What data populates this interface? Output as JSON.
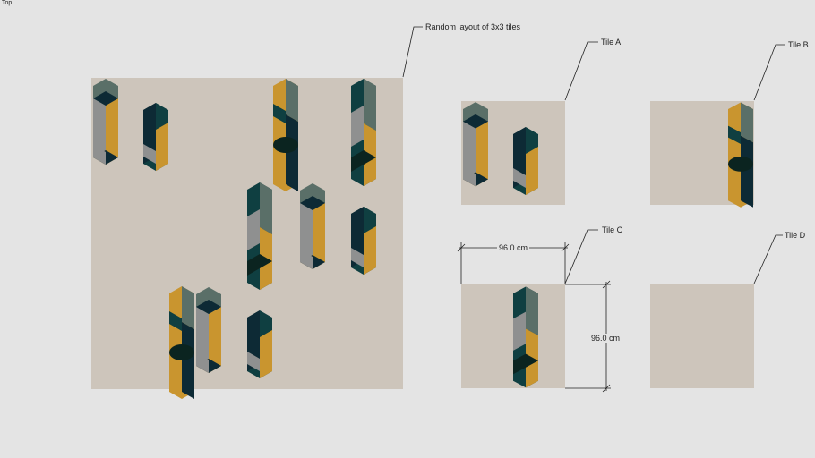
{
  "view": {
    "label": "Top"
  },
  "annotations": {
    "layout": "Random layout of 3x3 tiles",
    "tile_a": "Tile A",
    "tile_b": "Tile B",
    "tile_c": "Tile C",
    "tile_d": "Tile D"
  },
  "dimensions": {
    "width": "96.0 cm",
    "height": "96.0 cm"
  },
  "colors": {
    "background": "#e4e4e4",
    "tile": "#cdc5bb",
    "orange": "#c9952f",
    "dark_teal": "#0f3f41",
    "navy": "#0d2a35",
    "gray": "#8f9090",
    "sage": "#5a6f68",
    "black_green": "#0b2420"
  }
}
